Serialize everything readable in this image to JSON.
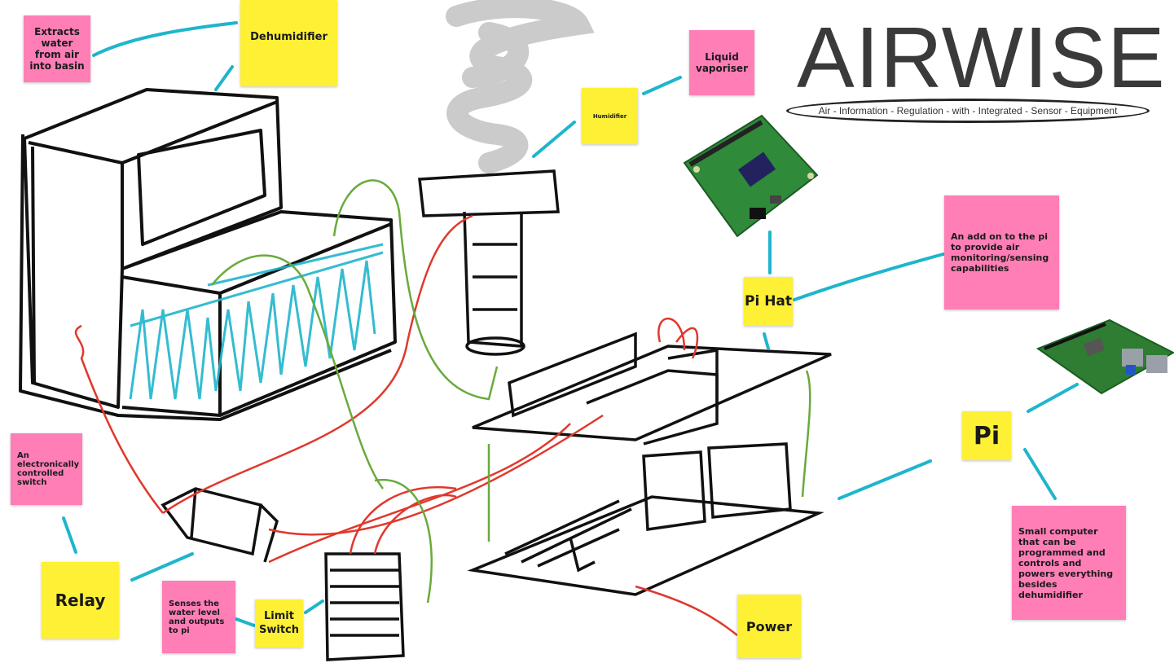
{
  "title": "AIRWISE",
  "subtitle": "Air - Information - Regulation - with - Integrated - Sensor - Equipment",
  "notes": {
    "extracts": "Extracts water from air into basin",
    "dehumidifier": "Dehumidifier",
    "liquid": "Liquid vaporiser",
    "humidifier": "Humidifier",
    "addon": "An add on to the pi to provide air monitoring/sensing capabilities",
    "pihat": "Pi Hat",
    "pi": "Pi",
    "smallcomputer": "Small computer that can be programmed and controls and powers everything besides dehumidifier",
    "switchdesc": "An electronically controlled switch",
    "relay": "Relay",
    "senses": "Senses the water level and outputs to pi",
    "limit": "Limit Switch",
    "power": "Power"
  },
  "colors": {
    "pink": "#ff7eb6",
    "yellow": "#fef035",
    "sketch": "#111111",
    "cyan": "#1fb5cc",
    "red": "#e0382c",
    "green": "#6aaa3c",
    "smoke": "#bdbdbd"
  },
  "images": [
    "pi-hat-board",
    "raspberry-pi-board"
  ]
}
